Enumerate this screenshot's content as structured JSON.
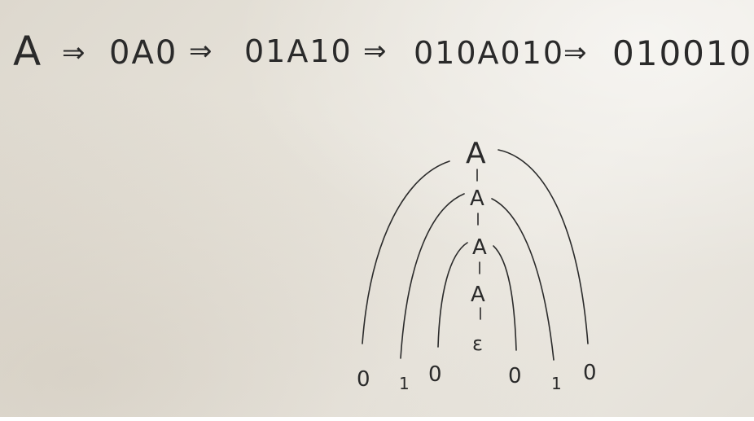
{
  "derivation": {
    "steps": [
      "A",
      "0A0",
      "01A10",
      "010A010",
      "010010"
    ],
    "arrow": "⇒"
  },
  "tree": {
    "nodes": [
      "A",
      "A",
      "A",
      "A"
    ],
    "leaf_epsilon": "ε",
    "terminals": [
      "0",
      "1",
      "0",
      "0",
      "1",
      "0"
    ]
  }
}
